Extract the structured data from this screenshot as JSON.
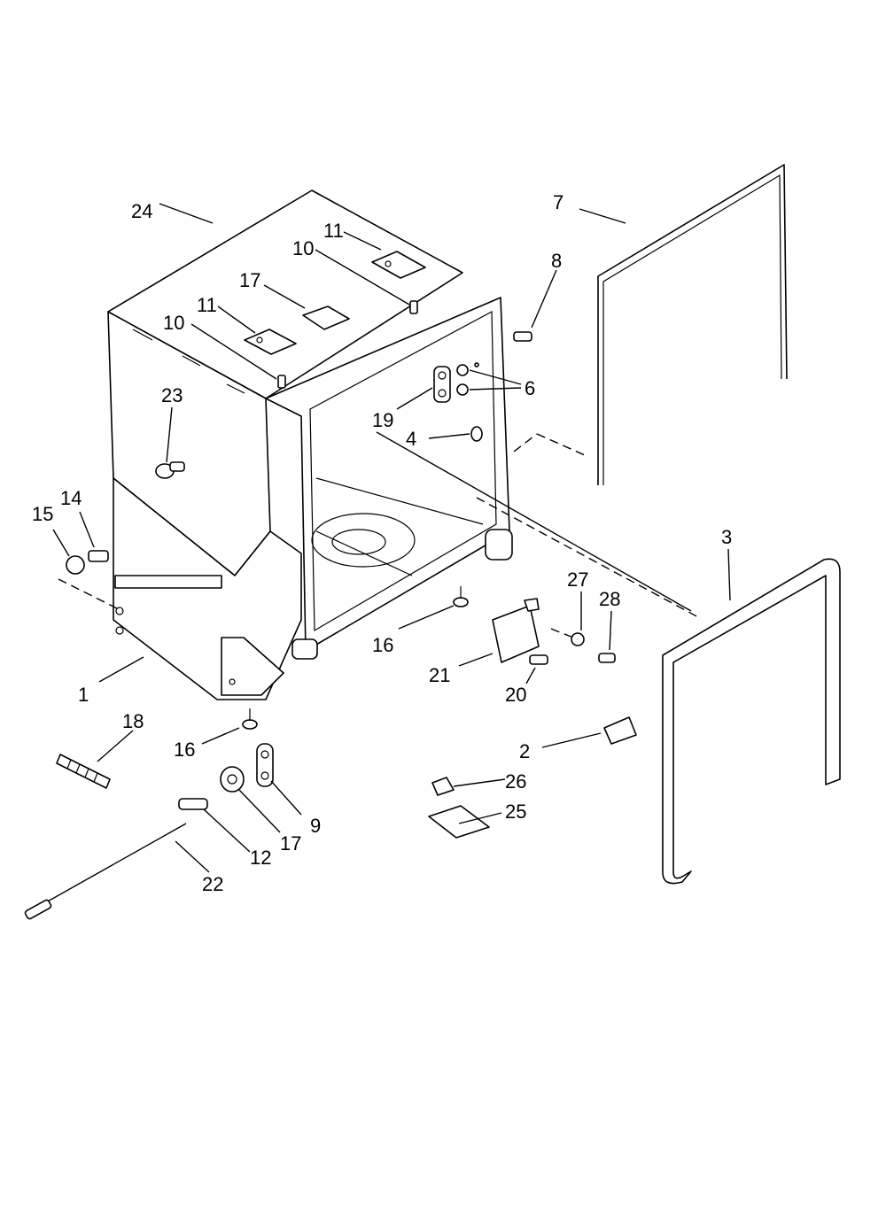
{
  "callouts": [
    {
      "label": "24"
    },
    {
      "label": "11"
    },
    {
      "label": "10"
    },
    {
      "label": "17"
    },
    {
      "label": "11"
    },
    {
      "label": "10"
    },
    {
      "label": "23"
    },
    {
      "label": "7"
    },
    {
      "label": "8"
    },
    {
      "label": "6"
    },
    {
      "label": "19"
    },
    {
      "label": "4"
    },
    {
      "label": "15"
    },
    {
      "label": "14"
    },
    {
      "label": "16"
    },
    {
      "label": "1"
    },
    {
      "label": "3"
    },
    {
      "label": "27"
    },
    {
      "label": "28"
    },
    {
      "label": "21"
    },
    {
      "label": "20"
    },
    {
      "label": "18"
    },
    {
      "label": "16"
    },
    {
      "label": "9"
    },
    {
      "label": "17"
    },
    {
      "label": "12"
    },
    {
      "label": "22"
    },
    {
      "label": "2"
    },
    {
      "label": "26"
    },
    {
      "label": "25"
    }
  ]
}
